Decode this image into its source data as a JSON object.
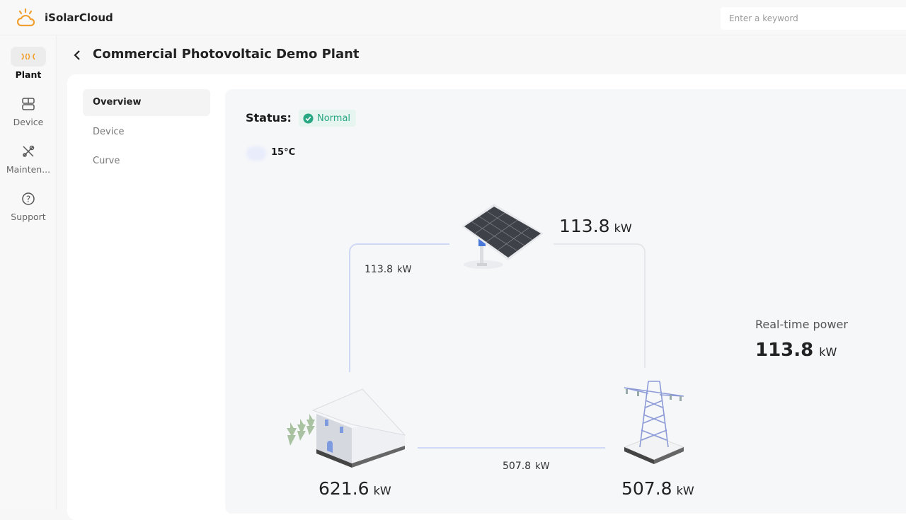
{
  "app": {
    "name": "iSolarCloud",
    "brand_color": "#f0a030"
  },
  "search": {
    "placeholder": "Enter a keyword"
  },
  "sidebar": {
    "items": [
      {
        "label": "Plant",
        "icon": "plant-icon",
        "active": true
      },
      {
        "label": "Device",
        "icon": "device-icon"
      },
      {
        "label": "Mainten...",
        "icon": "maintenance-icon"
      },
      {
        "label": "Support",
        "icon": "help-icon"
      }
    ]
  },
  "page": {
    "title": "Commercial Photovoltaic Demo Plant"
  },
  "subnav": [
    {
      "label": "Overview",
      "active": true
    },
    {
      "label": "Device"
    },
    {
      "label": "Curve"
    }
  ],
  "status": {
    "label": "Status:",
    "value": "Normal",
    "color": "#2aa783"
  },
  "weather": {
    "temperature": "15°C"
  },
  "flow": {
    "pv": {
      "value": "113.8",
      "unit": "kW"
    },
    "pv_to_load": {
      "value": "113.8",
      "unit": "kW"
    },
    "load": {
      "value": "621.6",
      "unit": "kW"
    },
    "grid_to_load": {
      "value": "507.8",
      "unit": "kW"
    },
    "grid": {
      "value": "507.8",
      "unit": "kW"
    }
  },
  "realtime": {
    "label": "Real-time power",
    "value": "113.8",
    "unit": "kW"
  }
}
